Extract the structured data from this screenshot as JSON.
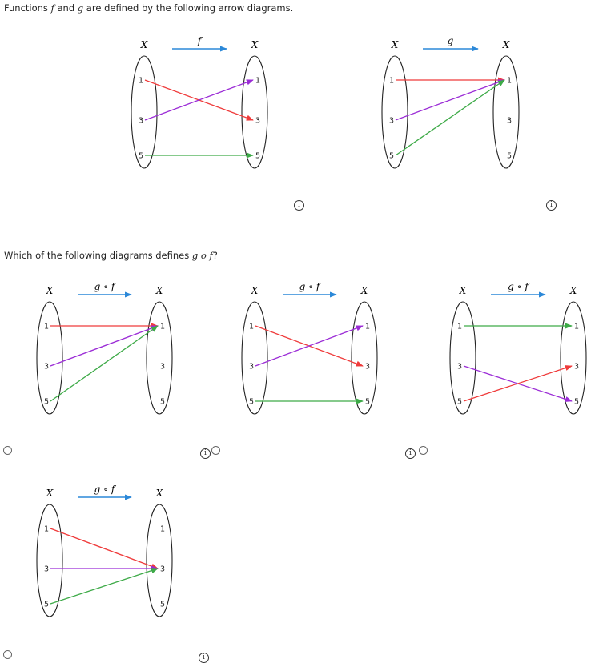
{
  "prompt": {
    "intro_a": "Functions ",
    "intro_f": "f",
    "intro_and": " and ",
    "intro_g": "g",
    "intro_rest": " are defined by the following arrow diagrams.",
    "question_a": "Which of the following diagrams defines ",
    "question_expr": "g o f",
    "question_end": "?"
  },
  "icons": {
    "info": "info-icon",
    "info_glyph": "i"
  },
  "colors": {
    "red": "#ef3b3b",
    "purple": "#9b2cd6",
    "green": "#3daa47",
    "blue": "#2b88d8",
    "ellipse": "#222222"
  },
  "diagrams": [
    {
      "id": "f",
      "set_left": "X",
      "set_right": "X",
      "function_label": "f",
      "left_values": [
        "1",
        "3",
        "5"
      ],
      "right_values": [
        "1",
        "3",
        "5"
      ],
      "mappings": [
        {
          "from": "1",
          "to": "3",
          "color": "#ef3b3b"
        },
        {
          "from": "3",
          "to": "1",
          "color": "#9b2cd6"
        },
        {
          "from": "5",
          "to": "5",
          "color": "#3daa47"
        }
      ]
    },
    {
      "id": "g",
      "set_left": "X",
      "set_right": "X",
      "function_label": "g",
      "left_values": [
        "1",
        "3",
        "5"
      ],
      "right_values": [
        "1",
        "3",
        "5"
      ],
      "mappings": [
        {
          "from": "1",
          "to": "1",
          "color": "#ef3b3b"
        },
        {
          "from": "3",
          "to": "1",
          "color": "#9b2cd6"
        },
        {
          "from": "5",
          "to": "1",
          "color": "#3daa47"
        }
      ]
    },
    {
      "id": "option-1",
      "set_left": "X",
      "set_right": "X",
      "function_label": "g ∘ f",
      "left_values": [
        "1",
        "3",
        "5"
      ],
      "right_values": [
        "1",
        "3",
        "5"
      ],
      "mappings": [
        {
          "from": "1",
          "to": "1",
          "color": "#ef3b3b"
        },
        {
          "from": "3",
          "to": "1",
          "color": "#9b2cd6"
        },
        {
          "from": "5",
          "to": "1",
          "color": "#3daa47"
        }
      ]
    },
    {
      "id": "option-2",
      "set_left": "X",
      "set_right": "X",
      "function_label": "g ∘ f",
      "left_values": [
        "1",
        "3",
        "5"
      ],
      "right_values": [
        "1",
        "3",
        "5"
      ],
      "mappings": [
        {
          "from": "1",
          "to": "3",
          "color": "#ef3b3b"
        },
        {
          "from": "3",
          "to": "1",
          "color": "#9b2cd6"
        },
        {
          "from": "5",
          "to": "5",
          "color": "#3daa47"
        }
      ]
    },
    {
      "id": "option-3",
      "set_left": "X",
      "set_right": "X",
      "function_label": "g ∘ f",
      "left_values": [
        "1",
        "3",
        "5"
      ],
      "right_values": [
        "1",
        "3",
        "5"
      ],
      "mappings": [
        {
          "from": "1",
          "to": "1",
          "color": "#3daa47"
        },
        {
          "from": "3",
          "to": "5",
          "color": "#9b2cd6"
        },
        {
          "from": "5",
          "to": "3",
          "color": "#ef3b3b"
        }
      ]
    },
    {
      "id": "option-4",
      "set_left": "X",
      "set_right": "X",
      "function_label": "g ∘ f",
      "left_values": [
        "1",
        "3",
        "5"
      ],
      "right_values": [
        "1",
        "3",
        "5"
      ],
      "mappings": [
        {
          "from": "1",
          "to": "3",
          "color": "#ef3b3b"
        },
        {
          "from": "3",
          "to": "3",
          "color": "#9b2cd6"
        },
        {
          "from": "5",
          "to": "3",
          "color": "#3daa47"
        }
      ]
    }
  ]
}
